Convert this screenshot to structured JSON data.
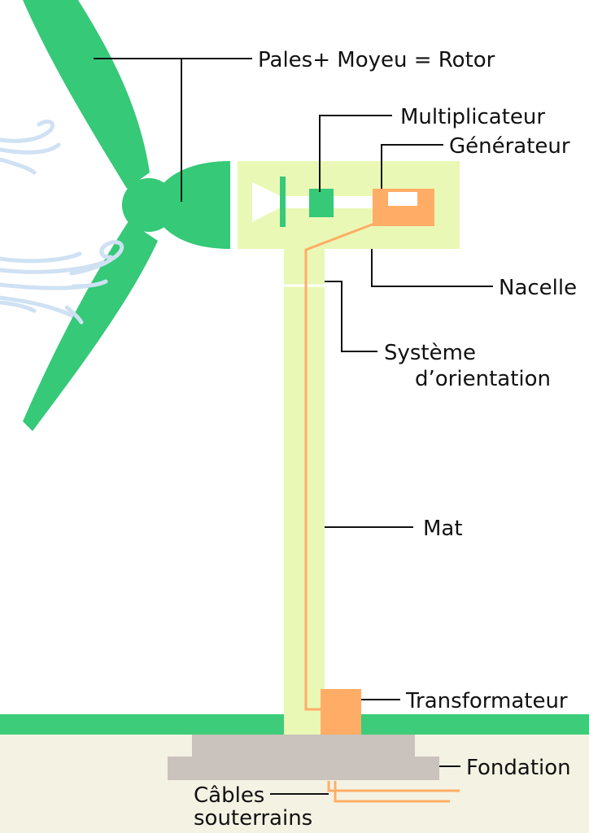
{
  "labels": {
    "rotor": "Pales+ Moyeu = Rotor",
    "multiplier": "Multiplicateur",
    "generator": "Générateur",
    "nacelle": "Nacelle",
    "yaw_line1": "Système",
    "yaw_line2": "d’orientation",
    "mast": "Mat",
    "transformer": "Transformateur",
    "foundation": "Fondation",
    "cables_line1": "Câbles",
    "cables_line2": "souterrains"
  },
  "colors": {
    "blade_green": "#35c978",
    "ground_green": "#3dcc7a",
    "nacelle_fill": "#e9f8b5",
    "orange": "#ffad66",
    "foundation_grey": "#c9c2bd",
    "soil": "#f4f2e3",
    "wind": "#cfe1f3",
    "leader_line": "#111111"
  }
}
